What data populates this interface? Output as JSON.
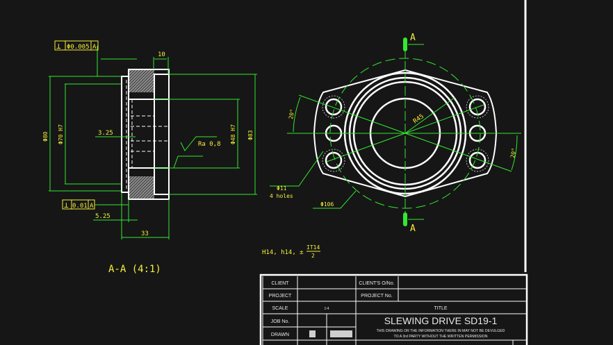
{
  "colors": {
    "background": "#161616",
    "geometry": "#ffffff",
    "dimension": "#33e833",
    "annotation": "#f5f03a"
  },
  "section_view": {
    "label": "A-A (4:1)",
    "tolerance_top": {
      "symbol": "⊥",
      "value": "Φ0.005",
      "datum": "A"
    },
    "tolerance_bottom": {
      "symbol": "⊥",
      "value": "0.01",
      "datum": "A"
    },
    "dims": {
      "width_top": "10",
      "d80": "Φ80",
      "d70": "Φ70 H7",
      "d48": "Φ48 H7",
      "d83": "Φ83",
      "offset_a": "3.25",
      "offset_b": "5.25",
      "length": "33",
      "roughness": "Ra 0,8"
    }
  },
  "front_view": {
    "section_mark": "A",
    "angle_left": "20°",
    "angle_right": "20°",
    "radius": "R45",
    "holes_dia": "Φ11",
    "holes_count": "4 holes",
    "pcd": "Φ106"
  },
  "tolerance_note": {
    "text": "H14, h14, ±",
    "num": "IT14",
    "den": "2"
  },
  "title_block": {
    "client": "CLIENT",
    "clients_no": "CLIENT'S O/No.",
    "project": "PROJECT",
    "project_no": "PROJECT No.",
    "scale": "SCALE",
    "scale_value": "1:4",
    "title_label": "TITLE",
    "job_no": "JOB No.",
    "title": "SLEWING DRIVE SD19-1",
    "notice_1": "THIS DRAWING OR THE INFORMATION THERE IN MAY NOT BE DEVULGED",
    "notice_2": "TO A 3rd PARTY WITHOUT THE WRITTEN PERMISSION",
    "drawn": "DRAWN"
  }
}
